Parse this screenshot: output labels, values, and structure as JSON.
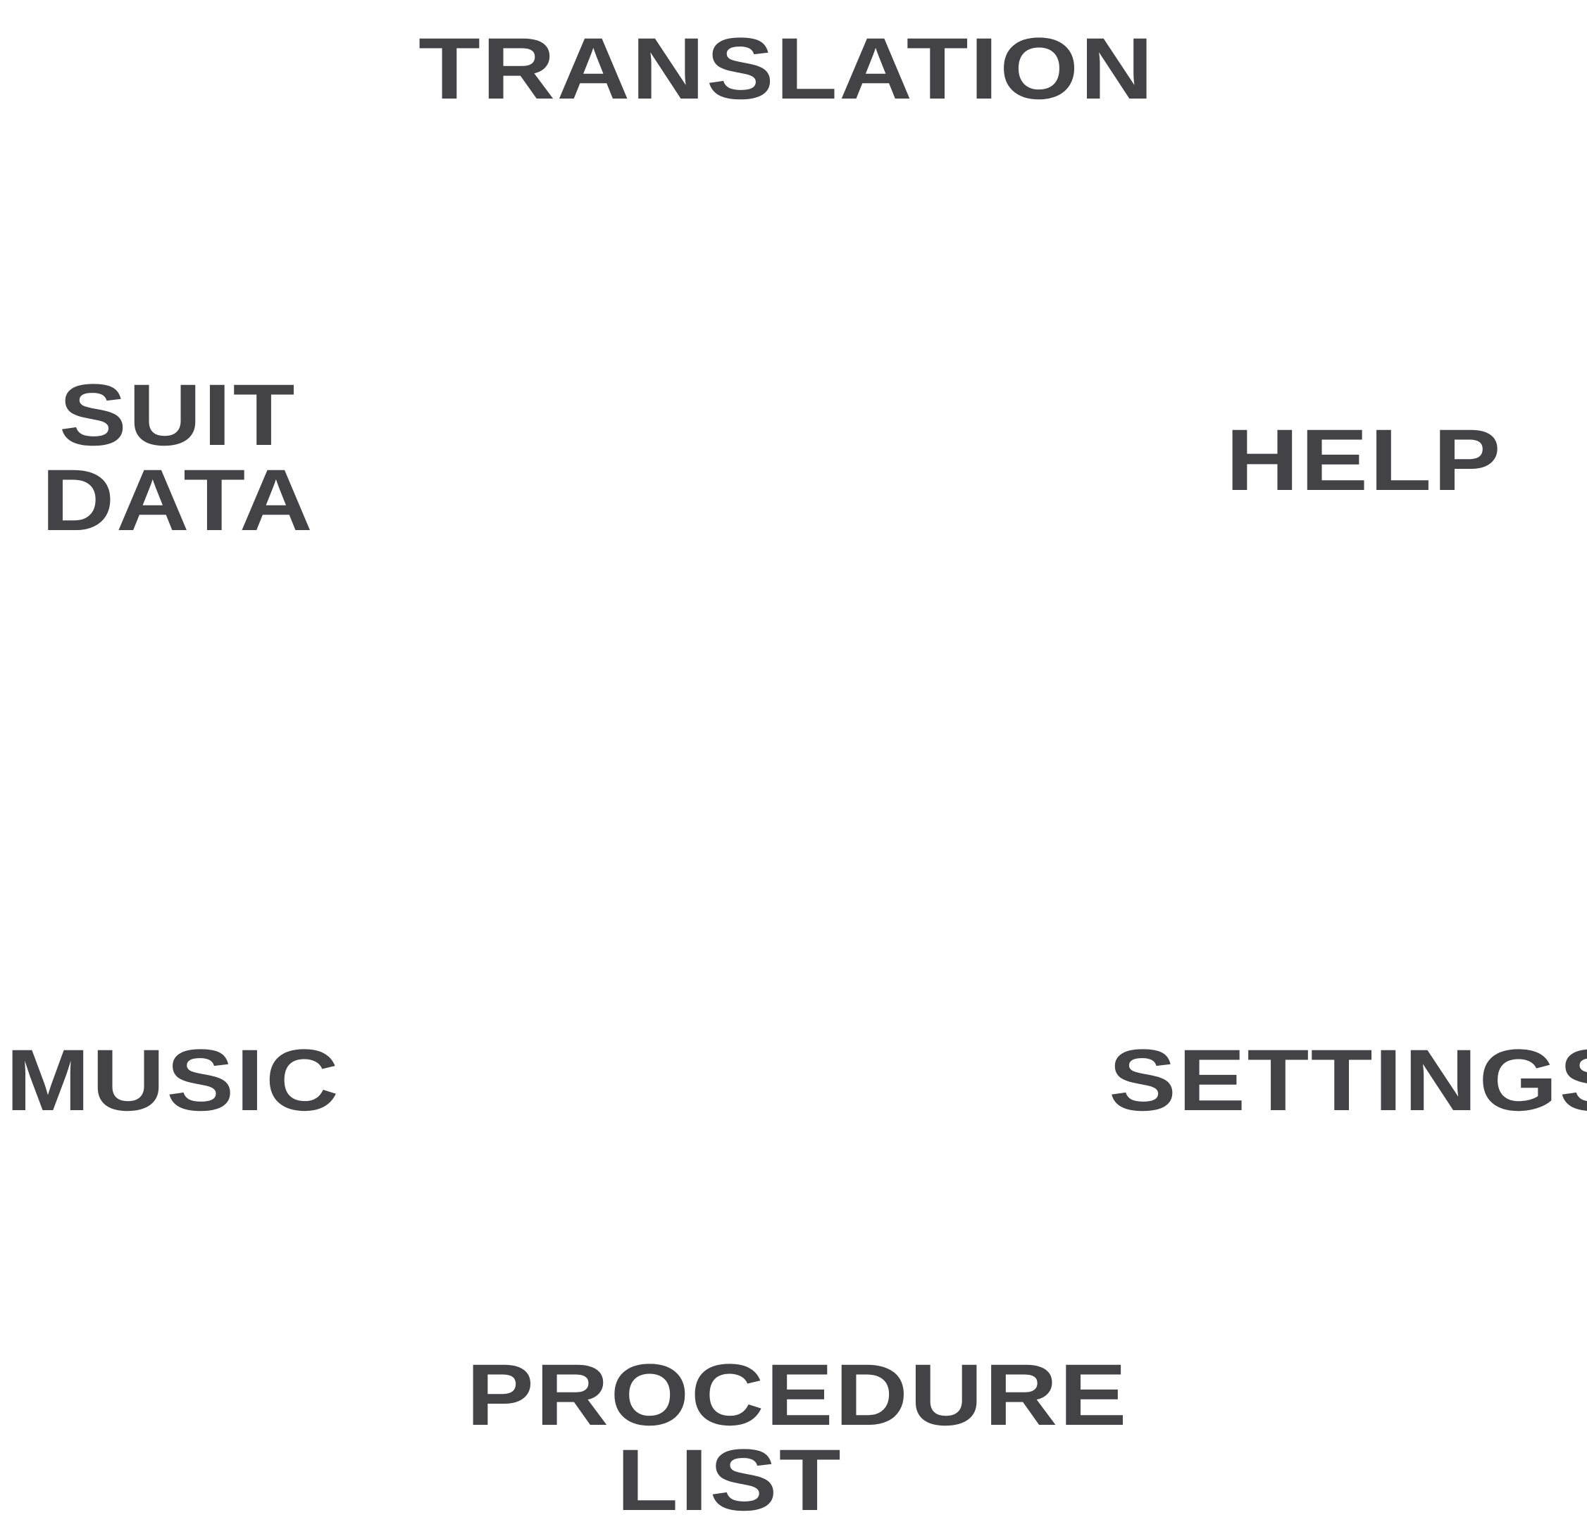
{
  "theme": {
    "text_color": "#434347",
    "background": "#ffffff"
  },
  "menu": {
    "translation": "TRANSLATION",
    "suit_data": {
      "line1": "SUIT",
      "line2": "DATA"
    },
    "help": "HELP",
    "music": "MUSIC",
    "settings": "SETTINGS",
    "procedure_list": {
      "line1": "PROCEDURE",
      "line2": "LIST"
    }
  }
}
